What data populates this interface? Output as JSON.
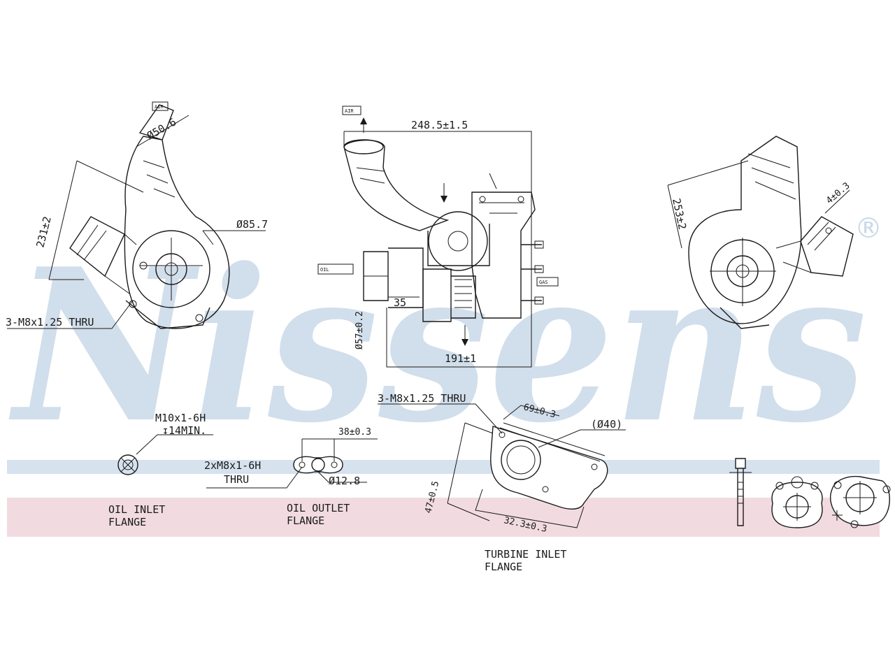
{
  "watermark": {
    "brand": "Nissens",
    "registered_mark": "®",
    "color": "#c9d9e8",
    "band_blue": "#d6e2ee",
    "band_pink": "#f1dbe1"
  },
  "dimensions": {
    "compressor_outlet_dia": "Ø50.6",
    "height_231": "231±2",
    "compressor_dia": "Ø85.7",
    "thru_holes_left": "3-M8x1.25 THRU",
    "overall_width": "248.5±1.5",
    "outlet_dia": "Ø57±0.2",
    "dim_35": "35",
    "dim_191": "191±1",
    "height_253": "253±2",
    "dim_4": "4±0.3",
    "thru_holes_turbine": "3-M8x1.25 THRU",
    "dim_69": "69±0.3",
    "dim_40": "(Ø40)",
    "dim_47": "47±0.5",
    "dim_32": "32.3±0.3",
    "oil_inlet_thread": "M10x1-6H",
    "oil_inlet_depth": "↧14MIN.",
    "oil_outlet_pitch": "38±0.3",
    "oil_outlet_holes_1": "2xM8x1-6H",
    "oil_outlet_holes_2": "THRU",
    "oil_outlet_dia": "Ø12.8"
  },
  "labels": {
    "oil_inlet_1": "OIL INLET",
    "oil_inlet_2": "FLANGE",
    "oil_outlet_1": "OIL OUTLET",
    "oil_outlet_2": "FLANGE",
    "turbine_inlet_1": "TURBINE INLET",
    "turbine_inlet_2": "FLANGE"
  }
}
